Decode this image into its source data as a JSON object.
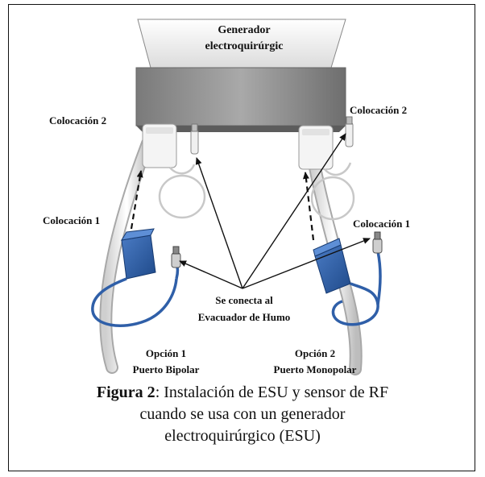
{
  "labels": {
    "generator_line1": "Generador",
    "generator_line2": "electroquirúrgic",
    "placement2_left": "Colocación 2",
    "placement2_right": "Colocación 2",
    "placement1_left": "Colocación 1",
    "placement1_right": "Colocación 1",
    "connects_line1": "Se conecta al",
    "connects_line2": "Evacuador de Humo",
    "option1_line1": "Opción 1",
    "option1_line2": "Puerto Bipolar",
    "option2_line1": "Opción 2",
    "option2_line2": "Puerto Monopolar"
  },
  "caption": {
    "figure_label": "Figura 2",
    "line1_rest": ": Instalación de ESU y sensor de RF",
    "line2": "cuando se usa con un generador",
    "line3": "electroquirúrgico (ESU)"
  },
  "colors": {
    "sensor_blue": "#2f5fa8",
    "generator_gray": "#9a9a9a",
    "border": "#111111"
  }
}
